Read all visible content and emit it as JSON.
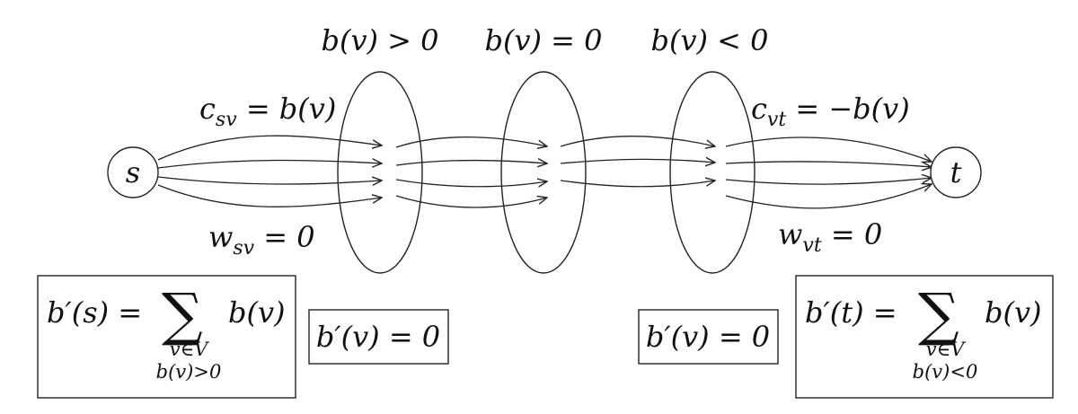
{
  "diagram": {
    "groups": [
      {
        "label": "b(v) > 0"
      },
      {
        "label": "b(v) = 0"
      },
      {
        "label": "b(v) < 0"
      }
    ],
    "nodes": {
      "source": "s",
      "sink": "t"
    },
    "edge_labels": {
      "c_sv_base": "c",
      "c_sv_sub": "sv",
      "c_sv_rhs": " = b(v)",
      "w_sv_base": "w",
      "w_sv_sub": "sv",
      "w_sv_rhs": " = 0",
      "c_vt_base": "c",
      "c_vt_sub": "vt",
      "c_vt_rhs": " = −b(v)",
      "w_vt_base": "w",
      "w_vt_sub": "vt",
      "w_vt_rhs": " = 0"
    },
    "boxes": {
      "source_lhs": "b′(s) = ",
      "source_sum": "∑",
      "source_rhs": "b(v)",
      "source_cond1": "v∈V",
      "source_cond2": "b(v)>0",
      "mid_left": "b′(v) = 0",
      "mid_right": "b′(v) = 0",
      "sink_lhs": "b′(t) = ",
      "sink_sum": "∑",
      "sink_rhs": "b(v)",
      "sink_cond1": "v∈V",
      "sink_cond2": "b(v)<0"
    }
  }
}
